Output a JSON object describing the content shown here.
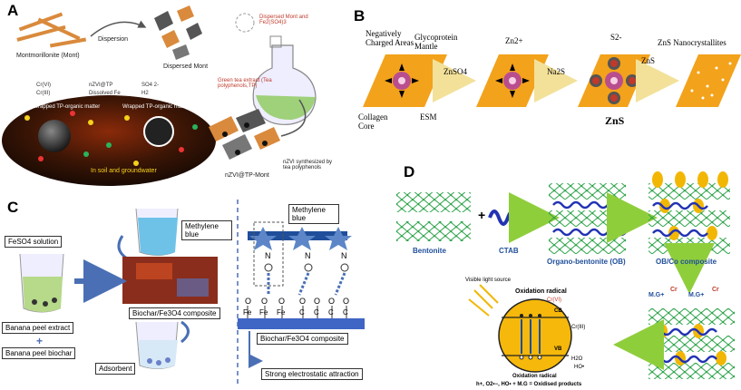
{
  "panels": {
    "a": {
      "letter": "A",
      "mont": "Montmorillonite (Mont)",
      "dispersion": "Dispersion",
      "dispersed_mont": "Dispersed Mont",
      "dispersed_mont_fe": "Dispersed Mont and Fe2(SO4)3",
      "green_tea": "Green tea extract (Tea polyphenols,TP)",
      "legend": [
        "Cr(VI)",
        "nZVI@TP",
        "SO4 2-",
        "Cr(III)",
        "Dissolved Fe",
        "H2"
      ],
      "unwrapped": "Unwrapped TP-organic matter",
      "wrapped": "Wrapped TP-organic matter",
      "soil": "In soil and groundwater",
      "nzvi_mont": "nZVI@TP-Mont",
      "nzvi_synth": "nZVI synthesized by tea polyphenols"
    },
    "b": {
      "letter": "B",
      "neg_charged": "Negatively Charged Areas",
      "glyco": "Glycoprotein Mantle",
      "collagen": "Collagen Core",
      "esm": "ESM",
      "znso4": "ZnSO4",
      "na2s": "Na2S",
      "zn2": "Zn2+",
      "s2": "S2-",
      "zns_small": "ZnS",
      "zns_big": "ZnS",
      "nano": "ZnS Nanocrystallites"
    },
    "c": {
      "letter": "C",
      "feso4": "FeSO4 solution",
      "banana_extract": "Banana peel extract",
      "banana_biochar": "Banana peel biochar",
      "mb": "Methylene blue",
      "composite": "Biochar/Fe3O4 composite",
      "adsorbent": "Adsorbent",
      "mb2": "Methylene blue",
      "composite2": "Biochar/Fe3O4 composite",
      "attraction": "Strong electrostatic attraction",
      "surface_atoms": [
        "Fe",
        "Fe",
        "Fe",
        "C",
        "C",
        "C",
        "C"
      ]
    },
    "d": {
      "letter": "D",
      "bentonite": "Bentonite",
      "ctab": "CTAB",
      "ob": "Organo-bentonite (OB)",
      "obco": "OB/Co composite",
      "visible": "Visible light source",
      "ox_radical": "Oxidation radical",
      "ox_radical2": "Oxidation radical",
      "cb": "CB",
      "vb": "VB",
      "crvi": "Cr(VI)",
      "criii": "Cr(III)",
      "h2o": "H2O",
      "hoo": "HO•",
      "products": "h+, O2•−, HO• + M.G = Oxidised products",
      "mg": "M.G+",
      "cr": "Cr"
    }
  },
  "colors": {
    "mont": "#d98a3c",
    "teal": "#2e8f8c",
    "orange_sheet": "#f3a21b",
    "arrow_yellow": "#f3e19a",
    "blue_dark": "#1f4e9a",
    "blue_bar": "#3f66c4",
    "green_lattice": "#2ea34a",
    "coil_blue": "#2233b3",
    "yellow_co": "#f2b705",
    "green_arrow": "#8fce3b",
    "red_mg": "#c0392b"
  }
}
